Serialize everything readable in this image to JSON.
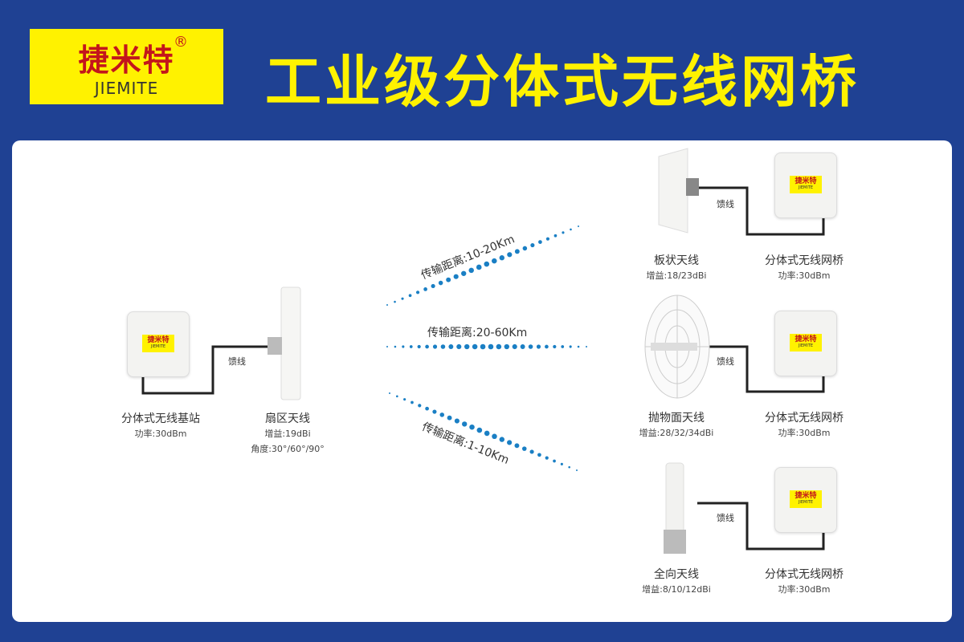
{
  "logo": {
    "cn": "捷米特",
    "reg": "®",
    "en": "JIEMITE"
  },
  "title": "工业级分体式无线网桥",
  "base": {
    "name": "分体式无线基站",
    "power": "功率:30dBm",
    "feed": "馈线",
    "antenna": "扇区天线",
    "gain": "增益:19dBi",
    "angle": "角度:30°/60°/90°"
  },
  "links": [
    {
      "label": "传输距离:10-20Km"
    },
    {
      "label": "传输距离:20-60Km"
    },
    {
      "label": "传输距离:1-10Km"
    }
  ],
  "clients": [
    {
      "antenna": "板状天线",
      "gain": "增益:18/23dBi",
      "feed": "馈线",
      "bridge": "分体式无线网桥",
      "power": "功率:30dBm"
    },
    {
      "antenna": "抛物面天线",
      "gain": "增益:28/32/34dBi",
      "feed": "馈线",
      "bridge": "分体式无线网桥",
      "power": "功率:30dBm"
    },
    {
      "antenna": "全向天线",
      "gain": "增益:8/10/12dBi",
      "feed": "馈线",
      "bridge": "分体式无线网桥",
      "power": "功率:30dBm"
    }
  ],
  "mini_logo": {
    "cn": "捷米特",
    "en": "JIEMITE"
  },
  "colors": {
    "bg": "#1f4193",
    "accent": "#fff200",
    "dots": "#1a7fc4"
  }
}
